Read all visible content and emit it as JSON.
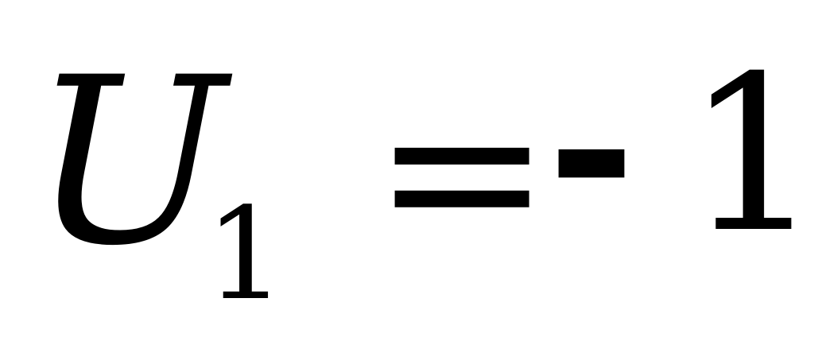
{
  "formula": {
    "variable": "U",
    "subscript": "1",
    "equals": "=",
    "minus": "-",
    "value": "1"
  }
}
